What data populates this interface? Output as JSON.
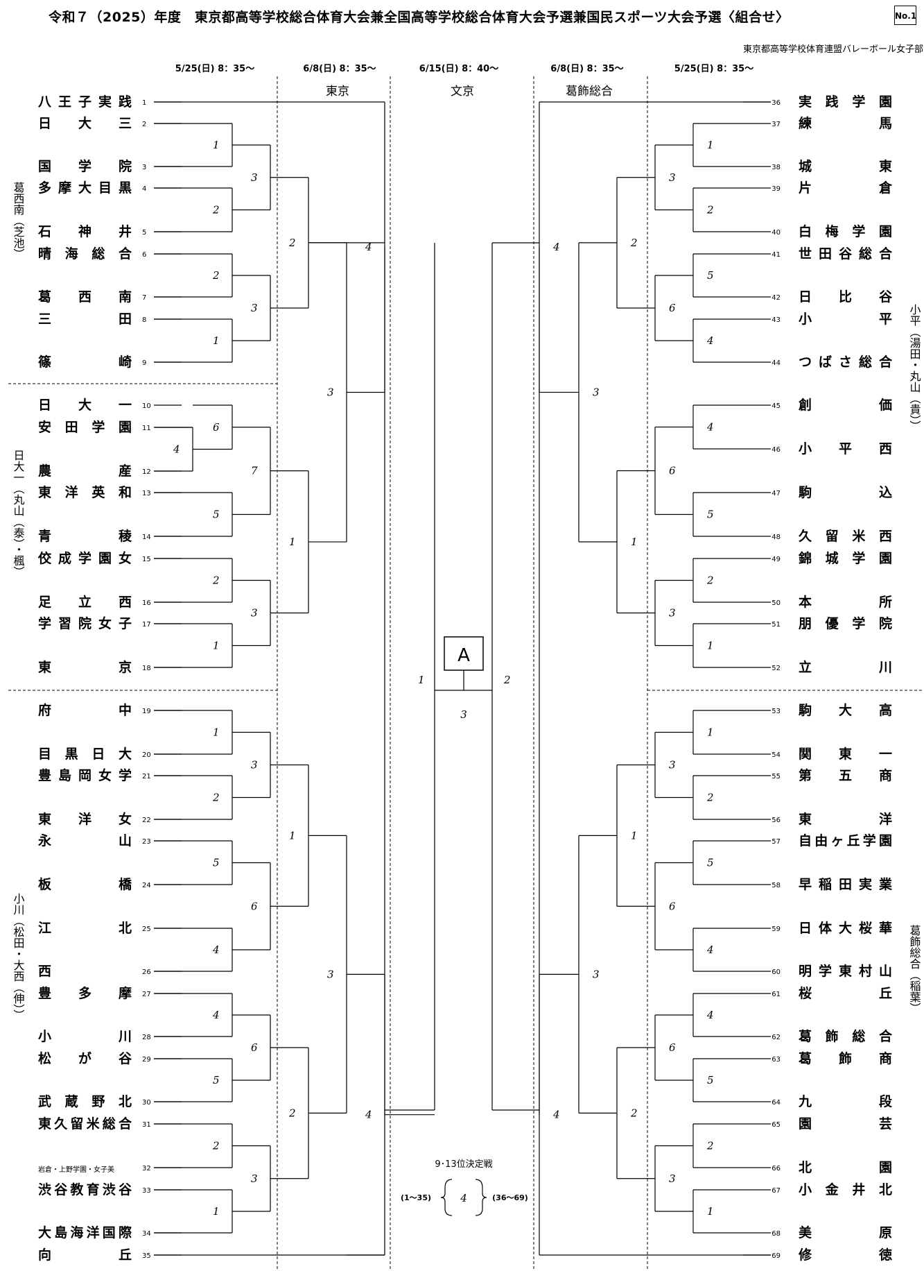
{
  "header": {
    "title": "令和７（2025）年度　東京都高等学校総合体育大会兼全国高等学校総合体育大会予選兼国民スポーツ大会予選〈組合せ〉",
    "badge": "No.1",
    "organizer": "東京都高等学校体育連盟バレーボール女子部"
  },
  "rounds": [
    "5/25(日) 8：35～",
    "6/8(日) 8：35～",
    "6/15(日) 8：40～",
    "6/8(日) 8：35～",
    "5/25(日) 8：35～"
  ],
  "venues": [
    "東京",
    "文京",
    "葛飾総合"
  ],
  "group_labels": {
    "left1": "葛西南（芝池）",
    "left2": "日大一（丸山（泰）・楓）",
    "left3": "小川（松田・大西（伸））",
    "right1": "小平（湯田・丸山（貴））",
    "right2": "葛飾総合（稲葉）"
  },
  "left_teams": [
    {
      "no": "1",
      "name": "八王子実践"
    },
    {
      "no": "2",
      "name": "日大三"
    },
    {
      "no": "3",
      "name": "国学院"
    },
    {
      "no": "4",
      "name": "多摩大目黒"
    },
    {
      "no": "5",
      "name": "石神井"
    },
    {
      "no": "6",
      "name": "晴海総合"
    },
    {
      "no": "7",
      "name": "葛西南"
    },
    {
      "no": "8",
      "name": "三田"
    },
    {
      "no": "9",
      "name": "篠崎"
    },
    {
      "no": "10",
      "name": "日大一"
    },
    {
      "no": "11",
      "name": "安田学園"
    },
    {
      "no": "12",
      "name": "農産"
    },
    {
      "no": "13",
      "name": "東洋英和"
    },
    {
      "no": "14",
      "name": "青稜"
    },
    {
      "no": "15",
      "name": "佼成学園女"
    },
    {
      "no": "16",
      "name": "足立西"
    },
    {
      "no": "17",
      "name": "学習院女子"
    },
    {
      "no": "18",
      "name": "東京"
    },
    {
      "no": "19",
      "name": "府中"
    },
    {
      "no": "20",
      "name": "目黒日大"
    },
    {
      "no": "21",
      "name": "豊島岡女学"
    },
    {
      "no": "22",
      "name": "東洋女"
    },
    {
      "no": "23",
      "name": "永山"
    },
    {
      "no": "24",
      "name": "板橋"
    },
    {
      "no": "25",
      "name": "江北"
    },
    {
      "no": "26",
      "name": "西"
    },
    {
      "no": "27",
      "name": "豊多摩"
    },
    {
      "no": "28",
      "name": "小川"
    },
    {
      "no": "29",
      "name": "松が谷"
    },
    {
      "no": "30",
      "name": "武蔵野北"
    },
    {
      "no": "31",
      "name": "東久留米総合"
    },
    {
      "no": "32",
      "name": "岩倉・上野学園・女子美"
    },
    {
      "no": "33",
      "name": "渋谷教育渋谷"
    },
    {
      "no": "34",
      "name": "大島海洋国際"
    },
    {
      "no": "35",
      "name": "向丘"
    }
  ],
  "right_teams": [
    {
      "no": "36",
      "name": "実践学園"
    },
    {
      "no": "37",
      "name": "練馬"
    },
    {
      "no": "38",
      "name": "城東"
    },
    {
      "no": "39",
      "name": "片倉"
    },
    {
      "no": "40",
      "name": "白梅学園"
    },
    {
      "no": "41",
      "name": "世田谷総合"
    },
    {
      "no": "42",
      "name": "日比谷"
    },
    {
      "no": "43",
      "name": "小平"
    },
    {
      "no": "44",
      "name": "つばさ総合"
    },
    {
      "no": "45",
      "name": "創価"
    },
    {
      "no": "46",
      "name": "小平西"
    },
    {
      "no": "47",
      "name": "駒込"
    },
    {
      "no": "48",
      "name": "久留米西"
    },
    {
      "no": "49",
      "name": "錦城学園"
    },
    {
      "no": "50",
      "name": "本所"
    },
    {
      "no": "51",
      "name": "朋優学院"
    },
    {
      "no": "52",
      "name": "立川"
    },
    {
      "no": "53",
      "name": "駒大高"
    },
    {
      "no": "54",
      "name": "関東一"
    },
    {
      "no": "55",
      "name": "第五商"
    },
    {
      "no": "56",
      "name": "東洋"
    },
    {
      "no": "57",
      "name": "自由ヶ丘学園"
    },
    {
      "no": "58",
      "name": "早稲田実業"
    },
    {
      "no": "59",
      "name": "日体大桜華"
    },
    {
      "no": "60",
      "name": "明学東村山"
    },
    {
      "no": "61",
      "name": "桜丘"
    },
    {
      "no": "62",
      "name": "葛飾総合"
    },
    {
      "no": "63",
      "name": "葛飾商"
    },
    {
      "no": "64",
      "name": "九段"
    },
    {
      "no": "65",
      "name": "園芸"
    },
    {
      "no": "66",
      "name": "北園"
    },
    {
      "no": "67",
      "name": "小金井北"
    },
    {
      "no": "68",
      "name": "美原"
    },
    {
      "no": "69",
      "name": "修徳"
    }
  ],
  "final": {
    "label": "A",
    "left_match": "1",
    "right_match": "2",
    "final_match": "3"
  },
  "placement": {
    "title": "9･13位決定戦",
    "left": "(1～35)",
    "match": "4",
    "right": "(36～69)"
  }
}
